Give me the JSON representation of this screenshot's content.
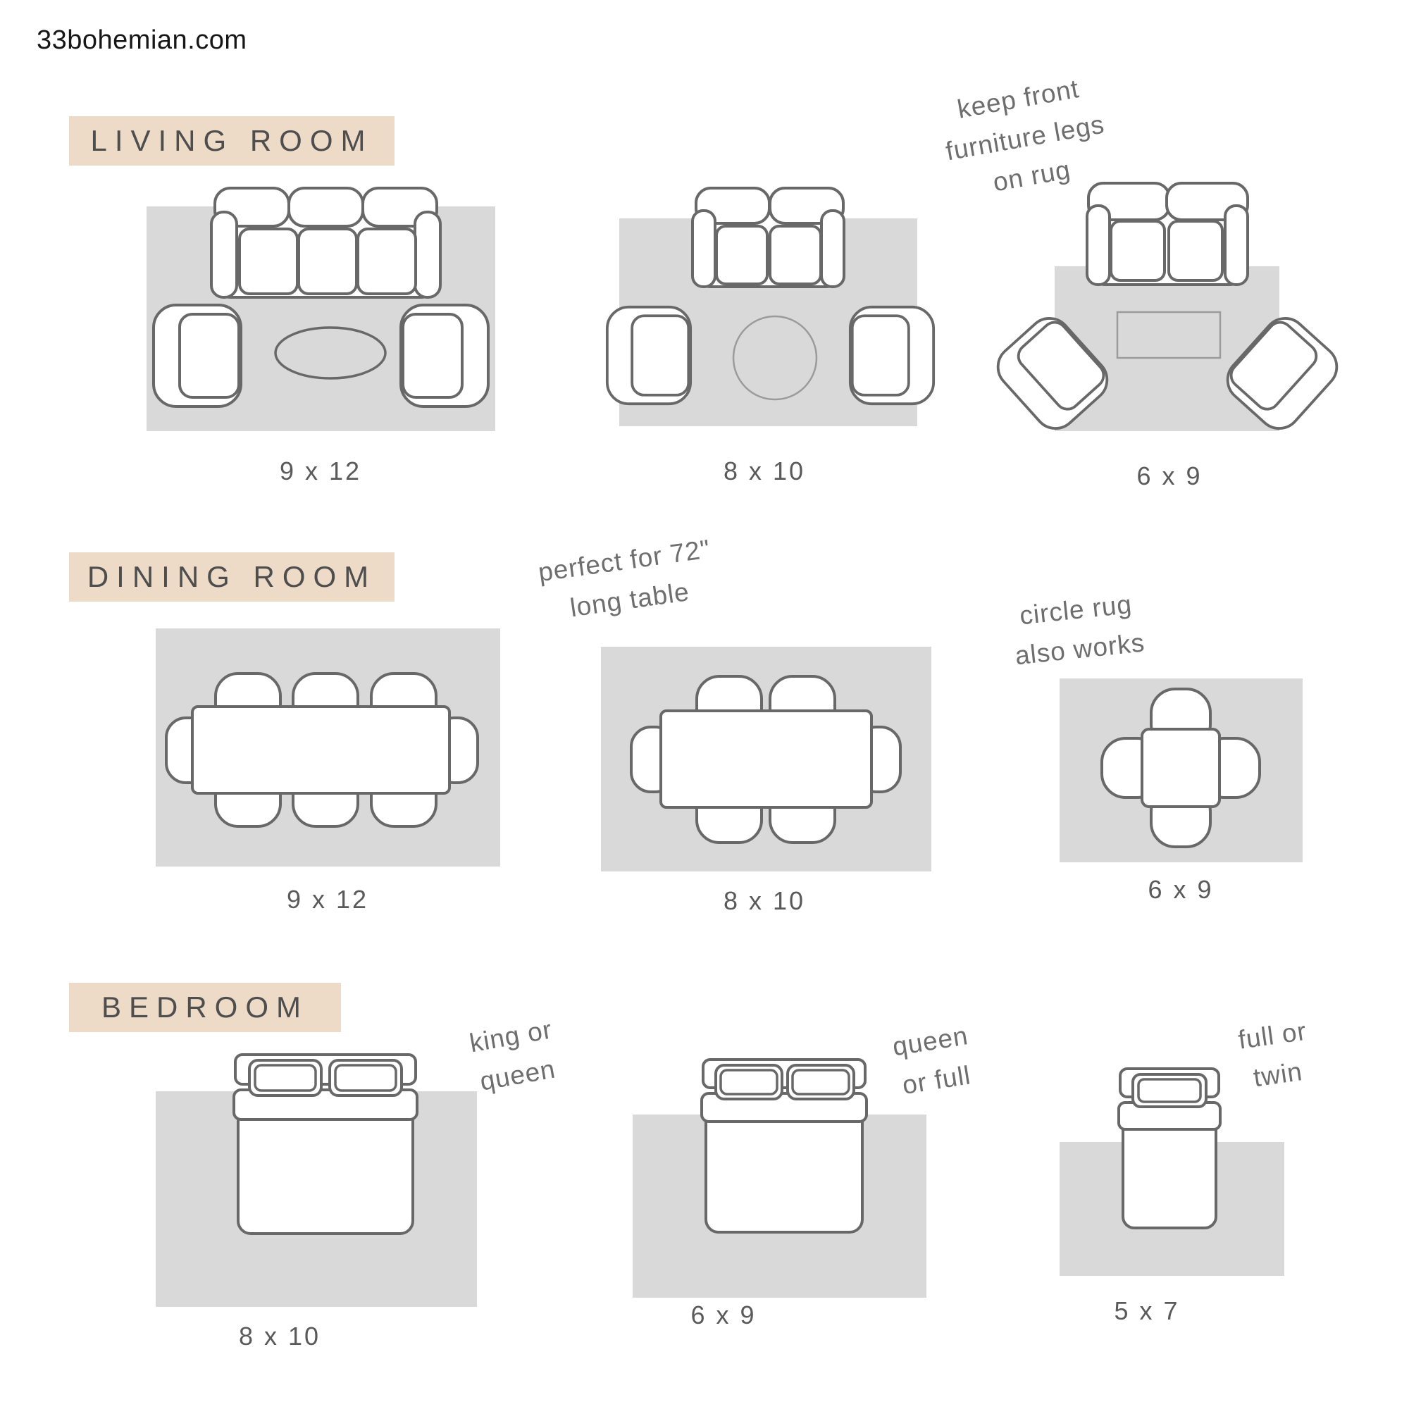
{
  "site": "33bohemian.com",
  "colors": {
    "label_bg": "#eddbc7",
    "rug": "#d9d9d9",
    "outline": "#686868",
    "text_gray": "#5a5a5a",
    "annotation_gray": "#6e6e6e"
  },
  "sections": {
    "living": {
      "label": "LIVING ROOM",
      "annotation": [
        "keep front",
        "furniture legs",
        "on rug"
      ],
      "sizes": [
        "9 x 12",
        "8 x 10",
        "6 x 9"
      ]
    },
    "dining": {
      "label": "DINING ROOM",
      "annotations": {
        "table": [
          "perfect for 72\"",
          "long table"
        ],
        "circle": [
          "circle rug",
          "also works"
        ]
      },
      "sizes": [
        "9 x 12",
        "8 x 10",
        "6 x 9"
      ]
    },
    "bedroom": {
      "label": "BEDROOM",
      "annotations": {
        "first": [
          "king or",
          "queen"
        ],
        "second": [
          "queen",
          "or full"
        ],
        "third": [
          "full or",
          "twin"
        ]
      },
      "sizes": [
        "8 x 10",
        "6 x 9",
        "5 x 7"
      ]
    }
  }
}
